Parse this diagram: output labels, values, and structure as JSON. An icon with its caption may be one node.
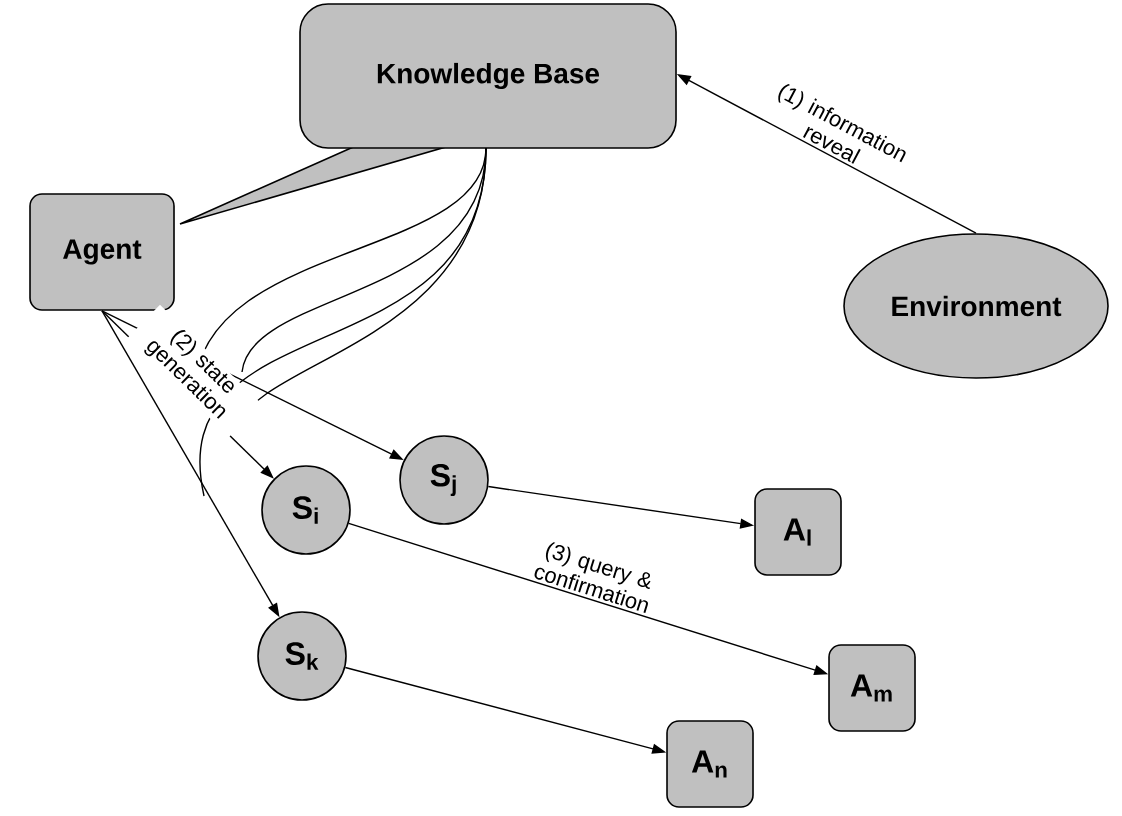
{
  "diagram": {
    "nodes": [
      {
        "text": [
          "Knowledge Base"
        ]
      },
      {
        "text": [
          "Agent"
        ]
      },
      {
        "text": [
          "Environment"
        ]
      },
      {
        "text": [
          "S$_{j}$"
        ]
      },
      {
        "text": [
          "S$_{i}$"
        ]
      },
      {
        "text": [
          "S$_{k}$"
        ]
      },
      {
        "text": [
          "A$_{l}$"
        ]
      },
      {
        "text": [
          "A$_{m}$"
        ]
      },
      {
        "text": [
          "A$_{n}$"
        ]
      }
    ],
    "edges": [
      {
        "from": 2,
        "to": 0,
        "arrow": "to",
        "label": "(1) information reveal"
      },
      {
        "from": 1,
        "to": 3,
        "arrow": "to"
      },
      {
        "from": 1,
        "to": 4,
        "arrow": "to",
        "label": "(2) state generation"
      },
      {
        "from": 1,
        "to": 5,
        "arrow": "to"
      },
      {
        "from": 3,
        "to": 6,
        "arrow": "to"
      },
      {
        "from": 4,
        "to": 7,
        "arrow": "to",
        "label": "(3) query & confirmation"
      },
      {
        "from": 5,
        "to": 8,
        "arrow": "to"
      },
      {
        "from": 0,
        "to": null,
        "arrow": "none"
      },
      {
        "from": 0,
        "to": null,
        "arrow": "none"
      },
      {
        "from": 0,
        "to": null,
        "arrow": "none"
      },
      {
        "from": 0,
        "to": null,
        "arrow": "none"
      }
    ]
  }
}
